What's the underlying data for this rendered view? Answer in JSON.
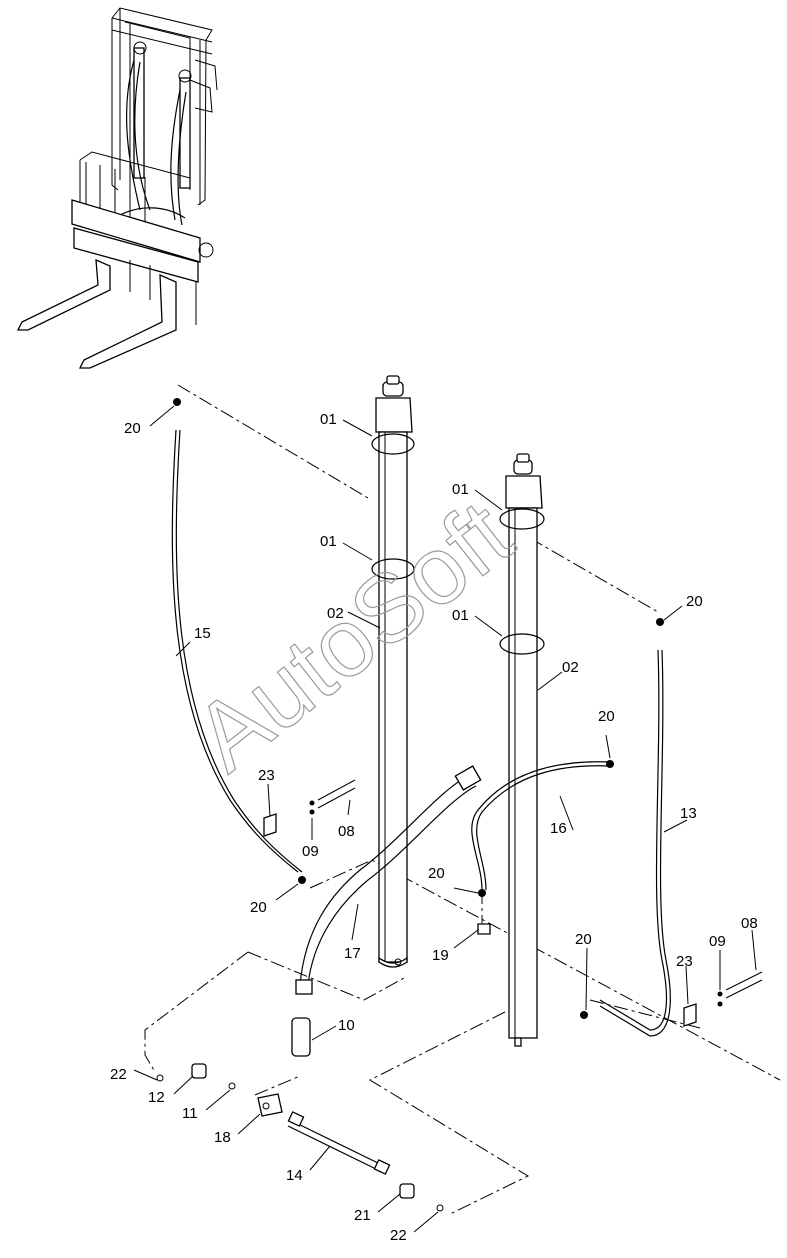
{
  "watermark": "AutoSoft",
  "callouts": {
    "c01a": "01",
    "c01b": "01",
    "c01c": "01",
    "c01d": "01",
    "c02a": "02",
    "c02b": "02",
    "c08a": "08",
    "c08b": "08",
    "c09a": "09",
    "c09b": "09",
    "c10": "10",
    "c11": "11",
    "c12": "12",
    "c13": "13",
    "c14": "14",
    "c15": "15",
    "c16": "16",
    "c17": "17",
    "c18": "18",
    "c19": "19",
    "c20a": "20",
    "c20b": "20",
    "c20c": "20",
    "c20d": "20",
    "c20e": "20",
    "c20f": "20",
    "c21": "21",
    "c22a": "22",
    "c22b": "22",
    "c23a": "23",
    "c23b": "23"
  }
}
